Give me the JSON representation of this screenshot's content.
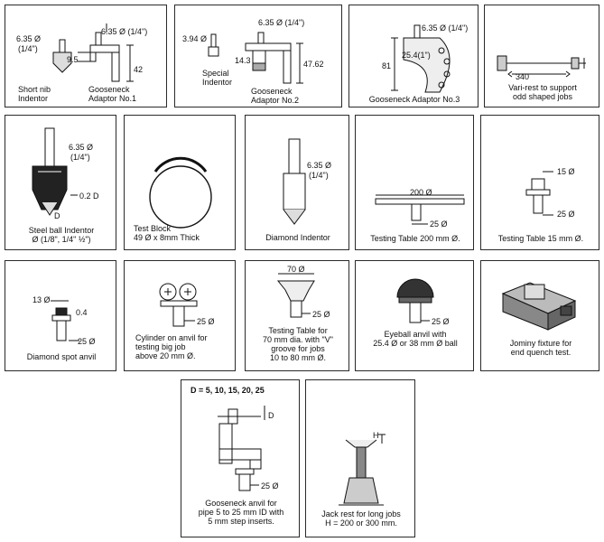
{
  "panels": {
    "p1": {
      "dim_nib": "6.35 Ø",
      "dim_nib_in": "(1/4\")",
      "dim_shank": "6.35 Ø (1/4\")",
      "dim_left": "9.5",
      "dim_height": "42",
      "label_a": "Short nib",
      "label_a2": "Indentor",
      "label_b": "Gooseneck",
      "label_b2": "Adaptor No.1"
    },
    "p2": {
      "dim_top": "6.35 Ø (1/4\")",
      "dim_nib": "3.94 Ø",
      "dim_mid": "14.3",
      "dim_height": "47.62",
      "label_a": "Special",
      "label_a2": "Indentor",
      "label_b": "Gooseneck",
      "label_b2": "Adaptor No.2"
    },
    "p3": {
      "dim_top": "6.35 Ø (1/4\")",
      "dim_bore": "25.4(1\")",
      "dim_height": "81",
      "label": "Gooseneck Adaptor No.3"
    },
    "p4": {
      "dim_len": "340",
      "label": "Vari-rest to support",
      "label2": "odd shaped jobs"
    },
    "p5": {
      "dim_shank": "6.35 Ø",
      "dim_shank_in": "(1/4\")",
      "dim_ball": "0.2 D",
      "dim_d": "D",
      "label": "Steel ball Indentor",
      "label2": "Ø (1/8\", 1/4\" ½\")"
    },
    "p6": {
      "label": "Test Block",
      "label2": "49 Ø x 8mm Thick"
    },
    "p7": {
      "dim_shank": "6.35 Ø",
      "dim_shank_in": "(1/4\")",
      "label": "Diamond Indentor"
    },
    "p8": {
      "dim_top": "200 Ø",
      "dim_stem": "25 Ø",
      "label": "Testing Table 200 mm Ø."
    },
    "p9": {
      "dim_top": "15 Ø",
      "dim_stem": "25 Ø",
      "label": "Testing Table 15 mm Ø."
    },
    "p10": {
      "dim_top": "13 Ø",
      "dim_edge": "0.4",
      "dim_stem": "25 Ø",
      "label": "Diamond spot anvil"
    },
    "p11": {
      "dim_stem": "25 Ø",
      "label": "Cylinder on anvil for",
      "label2": "testing big job",
      "label3": "above 20 mm Ø."
    },
    "p12": {
      "dim_top": "70 Ø",
      "dim_stem": "25 Ø",
      "label": "Testing Table for",
      "label2": "70 mm dia. with \"V\"",
      "label3": "groove for jobs",
      "label4": "10 to 80 mm Ø."
    },
    "p13": {
      "dim_stem": "25 Ø",
      "label": "Eyeball anvil with",
      "label2": "25.4 Ø or 38 mm Ø ball"
    },
    "p14": {
      "label": "Jominy fixture for",
      "label2": "end quench test."
    },
    "p15": {
      "header": "D = 5, 10, 15, 20, 25",
      "dim_d": "D",
      "dim_stem": "25 Ø",
      "label": "Gooseneck anvil for",
      "label2": "pipe 5 to 25 mm ID with",
      "label3": "5 mm step inserts."
    },
    "p16": {
      "label": "Jack rest for long jobs",
      "label2": "H = 200 or 300 mm.",
      "dim_h": "H"
    }
  }
}
